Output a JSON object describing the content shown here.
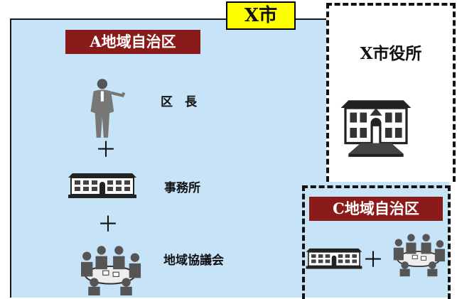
{
  "city": {
    "title": "X市",
    "fill": "#c7e3f7"
  },
  "city_office": {
    "label": "X市役所"
  },
  "region_a": {
    "title": "A地域自治区",
    "head_label": "区　長",
    "office_label": "事務所",
    "council_label": "地域協議会",
    "plus": "＋"
  },
  "region_c": {
    "title": "C地域自治区",
    "plus": "＋"
  },
  "colors": {
    "title_bar": "#8b1a1a",
    "city_label_bg": "#ffff00"
  },
  "icons": [
    "person-icon",
    "office-building-icon",
    "council-meeting-icon",
    "city-hall-icon"
  ]
}
